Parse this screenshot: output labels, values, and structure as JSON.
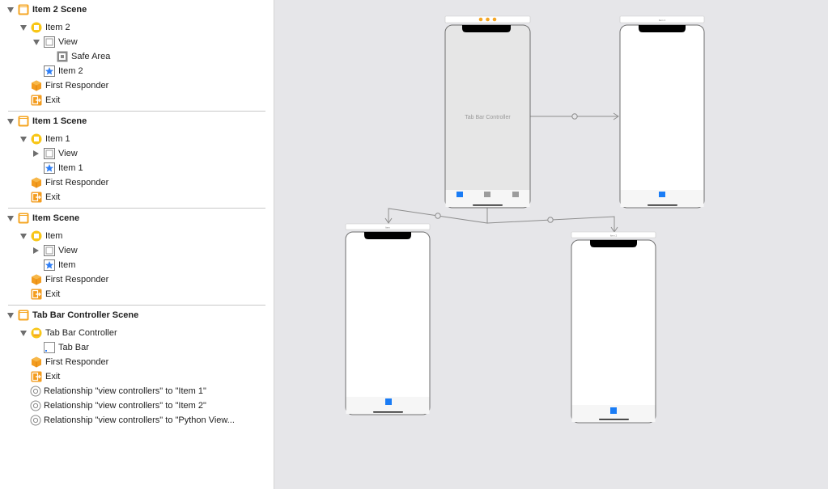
{
  "outline": {
    "scenes": [
      {
        "title": "Item 2 Scene",
        "controller": "Item 2",
        "view": "View",
        "safe_area": "Safe Area",
        "tab_item": "Item 2",
        "first_responder": "First Responder",
        "exit": "Exit"
      },
      {
        "title": "Item 1 Scene",
        "controller": "Item 1",
        "view": "View",
        "tab_item": "Item 1",
        "first_responder": "First Responder",
        "exit": "Exit"
      },
      {
        "title": "Item Scene",
        "controller": "Item",
        "view": "View",
        "tab_item": "Item",
        "first_responder": "First Responder",
        "exit": "Exit"
      },
      {
        "title": "Tab Bar Controller Scene",
        "controller": "Tab Bar Controller",
        "tab_bar": "Tab Bar",
        "first_responder": "First Responder",
        "exit": "Exit",
        "relationships": [
          "Relationship \"view controllers\" to \"Item 1\"",
          "Relationship \"view controllers\" to \"Item 2\"",
          "Relationship \"view controllers\" to \"Python View..."
        ]
      }
    ]
  },
  "canvas": {
    "tab_bar_controller_label": "Tab Bar Controller",
    "top_right_scene_title": "Item 1",
    "bottom_left_scene_title": "Item",
    "bottom_right_scene_title": "Item 2"
  },
  "colors": {
    "accent_blue": "#1a7cf5",
    "scene_orange": "#f5a623",
    "canvas_bg": "#e6e6e9"
  }
}
